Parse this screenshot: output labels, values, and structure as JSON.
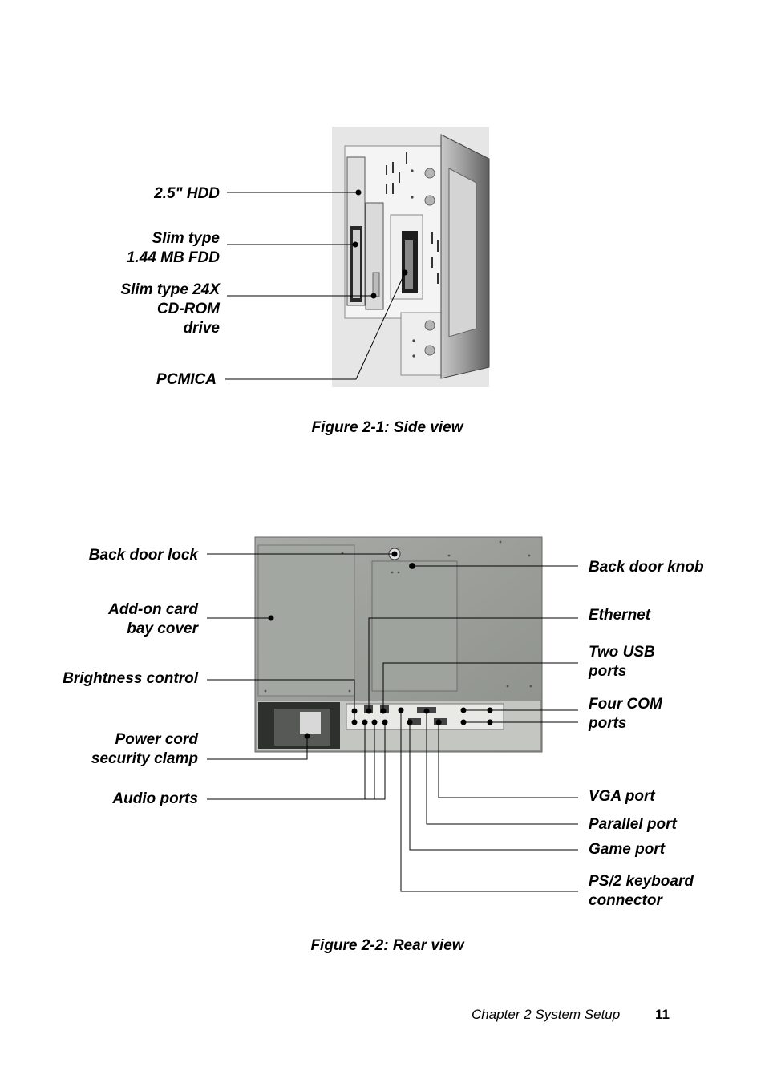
{
  "figure1": {
    "caption": "Figure 2-1: Side view",
    "labels": {
      "hdd": "2.5\" HDD",
      "fdd_1": "Slim type",
      "fdd_2": "1.44 MB FDD",
      "cdrom_1": "Slim type 24X",
      "cdrom_2": "CD-ROM",
      "cdrom_3": "drive",
      "pcmcia": "PCMICA"
    }
  },
  "figure2": {
    "caption": "Figure 2-2: Rear view",
    "labels": {
      "back_door_lock": "Back door lock",
      "addon_1": "Add-on card",
      "addon_2": "bay cover",
      "brightness": "Brightness control",
      "power_1": "Power cord",
      "power_2": "security clamp",
      "audio": "Audio ports",
      "back_door_knob": "Back door knob",
      "ethernet": "Ethernet",
      "usb_1": "Two USB",
      "usb_2": "ports",
      "com_1": "Four COM",
      "com_2": "ports",
      "vga": "VGA port",
      "parallel": "Parallel port",
      "game": "Game port",
      "ps2_1": "PS/2 keyboard",
      "ps2_2": "connector"
    }
  },
  "footer": {
    "chapter": "Chapter 2  System Setup",
    "page": "11"
  }
}
